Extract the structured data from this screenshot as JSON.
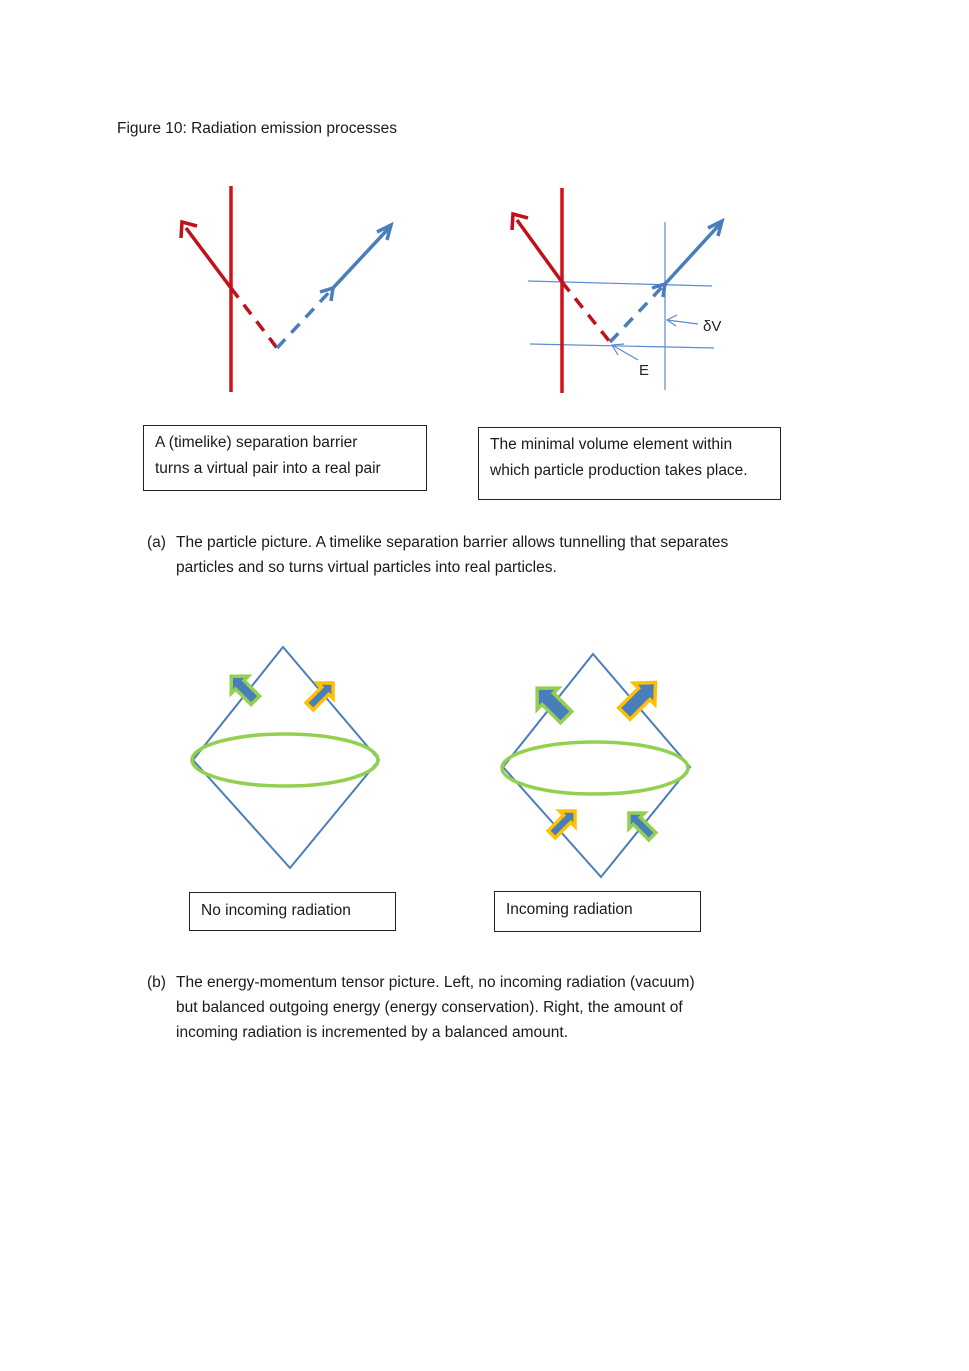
{
  "figure_title": "Figure 10: Radiation emission processes",
  "panel_a": {
    "left_box": [
      "A (timelike) separation barrier",
      "turns a virtual pair into a real pair"
    ],
    "right_box": [
      "The minimal volume element within",
      "which particle production takes place."
    ],
    "label_delta_v": "δV",
    "label_e": "E",
    "caption_label": "(a)",
    "caption_lines": [
      "The particle picture. A timelike separation barrier allows tunnelling that separates",
      "particles and so turns virtual particles into real particles."
    ]
  },
  "panel_b": {
    "left_box": "No incoming radiation",
    "right_box": "Incoming radiation",
    "caption_label": "(b)",
    "caption_lines": [
      "The energy-momentum tensor picture. Left, no incoming radiation (vacuum)",
      "but balanced outgoing energy (energy conservation). Right, the amount of",
      "incoming radiation is incremented by a balanced amount."
    ]
  },
  "colors": {
    "red": "#d0101a",
    "blue": "#4a7ebb",
    "thin_blue": "#5b8bd0",
    "green": "#92d050",
    "orange": "#ffc000"
  }
}
